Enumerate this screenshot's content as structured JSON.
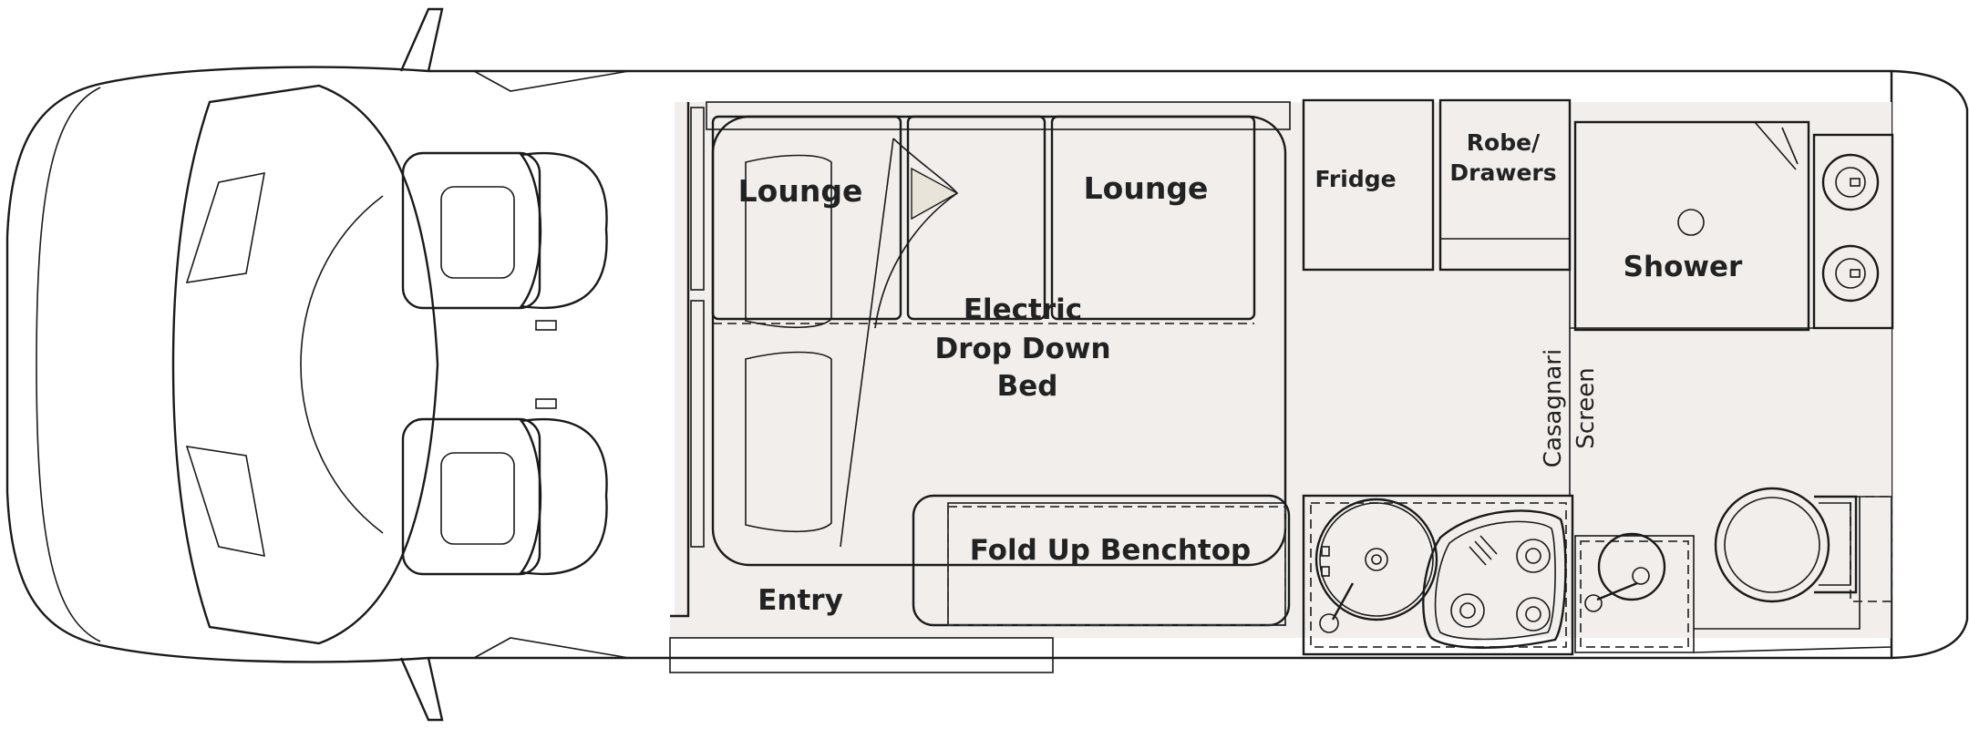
{
  "colors": {
    "floor": "#f2eeeb",
    "furniture": "#d6cfc4",
    "lounge": "#cfcae8",
    "bed_overlay": "#d4d0e8",
    "outline": "#1a1a1a",
    "text": "#222222"
  },
  "labels": {
    "lounge_left": "Lounge",
    "lounge_right": "Lounge",
    "bed_line1": "Electric",
    "bed_line2": "Drop Down",
    "bed_line3": "Bed",
    "fridge": "Fridge",
    "robe_line1": "Robe/",
    "robe_line2": "Drawers",
    "shower": "Shower",
    "screen_line1": "Casagnari",
    "screen_line2": "Screen",
    "benchtop": "Fold Up Benchtop",
    "entry": "Entry"
  }
}
